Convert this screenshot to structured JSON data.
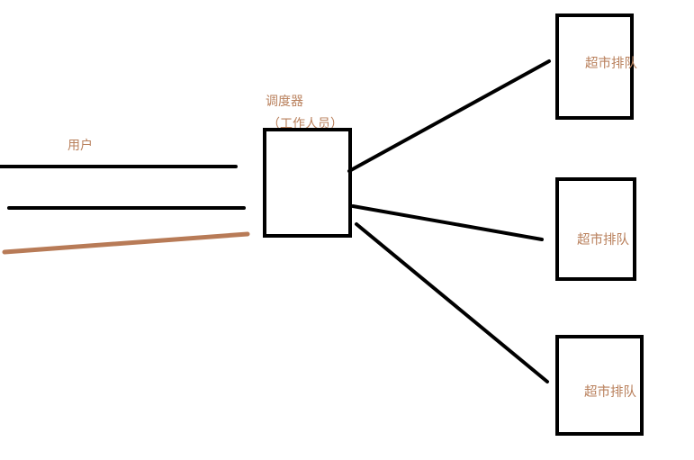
{
  "labels": {
    "users": "用户",
    "scheduler": "调度器",
    "scheduler_role": "（工作人员）",
    "queue_1": "超市排队",
    "queue_2": "超市排队",
    "queue_3": "超市排队"
  },
  "colors": {
    "stroke": "#000000",
    "accent": "#b87b57",
    "label": "#b9805c",
    "background": "#ffffff"
  }
}
